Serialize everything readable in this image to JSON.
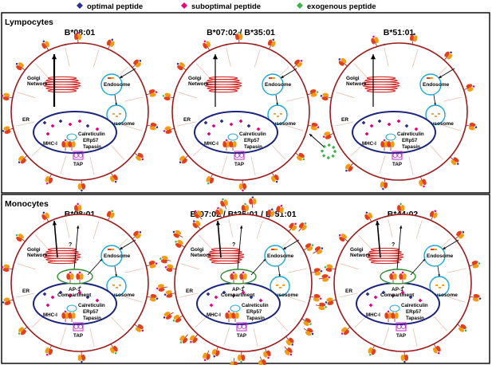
{
  "legend": {
    "optimal": "optimal peptide",
    "suboptimal": "suboptimal peptide",
    "exogenous": "exogenous peptide"
  },
  "colors": {
    "optimal": "#2b2f8f",
    "suboptimal": "#e6007e",
    "exogenous": "#3cb44b",
    "cell": "#9b1b1b",
    "golgi": "#d42a2a",
    "endosome": "#1aa7d8",
    "er": "#1a237e",
    "mhc_red": "#e2401c",
    "mhc_orange": "#f39c12",
    "tap": "#c026c9",
    "ap1": "#2e8b2e",
    "chaperone": "#1aa7d8"
  },
  "panels": [
    {
      "title": "Lympocytes",
      "cells": [
        {
          "label": "B*08:01"
        },
        {
          "label": "B*07:02 / B*35:01"
        },
        {
          "label": "B*51:01"
        }
      ]
    },
    {
      "title": "Monocytes",
      "cells": [
        {
          "label": "B*08:01"
        },
        {
          "label": "B*07:02 / B*35:01 / B*51:01"
        },
        {
          "label": "B*44:02"
        }
      ]
    }
  ],
  "labels": {
    "golgi": "Golgi Network",
    "endosome": "Endosome",
    "lysosome": "Lysosome",
    "er": "ER",
    "calreticulin": "Calreticulin",
    "erp57": "ERp57",
    "mhc": "MHC-I",
    "tapasin": "Tapasin",
    "tap": "TAP",
    "ap1": "AP-1",
    "ap1_sup": "+",
    "compartment": "Compartment",
    "question": "?"
  }
}
